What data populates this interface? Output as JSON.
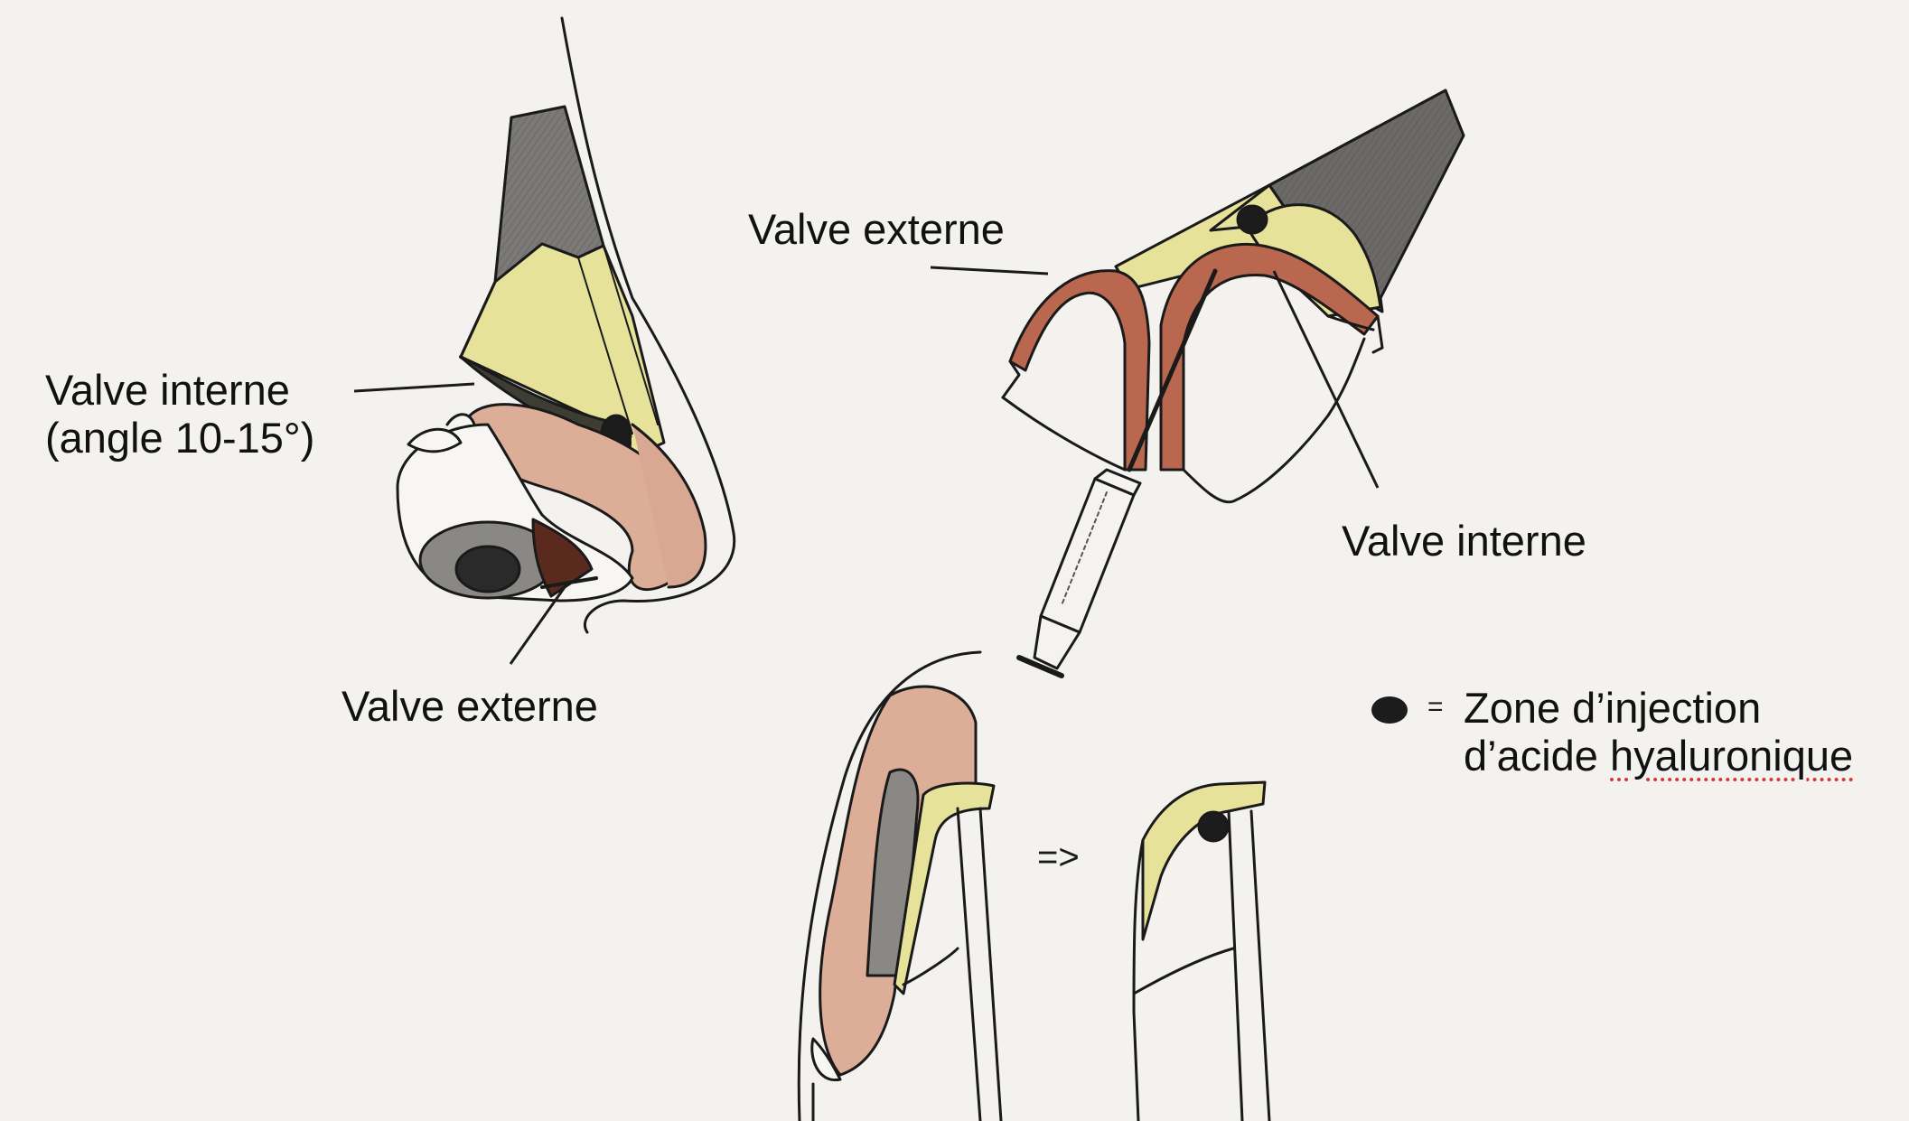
{
  "labels": {
    "valve_interne_left_line1": "Valve interne",
    "valve_interne_left_line2": "(angle 10-15°)",
    "valve_externe_left": "Valve externe",
    "valve_externe_top": "Valve externe",
    "valve_interne_right": "Valve interne",
    "legend_line1": "Zone d’injection",
    "legend_line2_prefix": "d’acide ",
    "legend_line2_word": "hyaluronique",
    "legend_equals": "=",
    "arrow": "=>"
  },
  "colors": {
    "paper": "#f3f2ee",
    "cartilage_yellow": "#e6e29a",
    "skin_pink": "#dcae98",
    "bone_grey": "#7c7a78",
    "mucosa_brown": "#b9684f",
    "ink": "#111111",
    "injection_dot": "#1c1c1c",
    "spellcheck_red": "#d23a3a"
  }
}
